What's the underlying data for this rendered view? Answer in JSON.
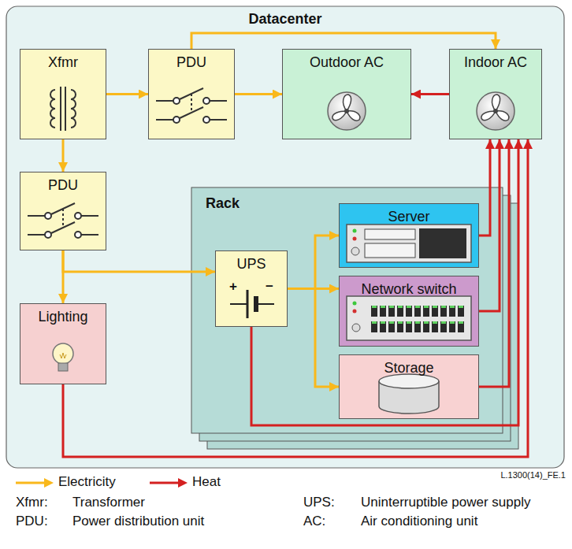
{
  "diagram": {
    "nodes": [
      {
        "text": [
          "Datacenter"
        ]
      },
      {
        "text": [
          "Xfmr"
        ],
        "in": 0
      },
      {
        "text": [
          "PDU"
        ],
        "in": 0
      },
      {
        "text": [
          "Outdoor AC"
        ],
        "in": 0
      },
      {
        "text": [
          "Indoor AC"
        ],
        "in": 0
      },
      {
        "text": [
          "PDU"
        ],
        "in": 0
      },
      {
        "text": [
          "Rack"
        ],
        "in": 0
      },
      {
        "text": [
          "Server"
        ],
        "in": 6
      },
      {
        "text": [
          "UPS"
        ],
        "in": 6
      },
      {
        "text": [
          "Network switch"
        ],
        "in": 6
      },
      {
        "text": [
          "Storage"
        ],
        "in": 6
      },
      {
        "text": [
          "Lighting"
        ],
        "in": 0
      }
    ],
    "edges": [
      {
        "from": 1,
        "to": 2,
        "arrow": "to"
      },
      {
        "from": 2,
        "to": 3,
        "arrow": "to"
      },
      {
        "from": 2,
        "to": 4,
        "arrow": "to"
      },
      {
        "from": 4,
        "to": 3,
        "arrow": "to"
      },
      {
        "from": 1,
        "to": 5,
        "arrow": "to"
      },
      {
        "from": 5,
        "to": 8,
        "arrow": "to"
      },
      {
        "from": 5,
        "to": 11,
        "arrow": "to"
      },
      {
        "from": 8,
        "to": 7,
        "arrow": "to"
      },
      {
        "from": 8,
        "to": 9,
        "arrow": "to"
      },
      {
        "from": 8,
        "to": 10,
        "arrow": "to"
      },
      {
        "from": 7,
        "to": 4,
        "arrow": "to"
      },
      {
        "from": 9,
        "to": 4,
        "arrow": "to"
      },
      {
        "from": 10,
        "to": 4,
        "arrow": "to"
      },
      {
        "from": 8,
        "to": 4,
        "arrow": "to"
      },
      {
        "from": 11,
        "to": 4,
        "arrow": "to"
      }
    ],
    "labels": [
      "+",
      "−",
      "L.1300(14)_FE.1",
      "Xfmr:",
      "Transformer",
      "UPS:",
      "Uninterruptible power supply",
      "PDU:",
      "Power distribution unit",
      "AC:",
      "Air conditioning unit"
    ],
    "legend": [
      {
        "text": "Electricity"
      },
      {
        "text": "Heat"
      }
    ]
  }
}
